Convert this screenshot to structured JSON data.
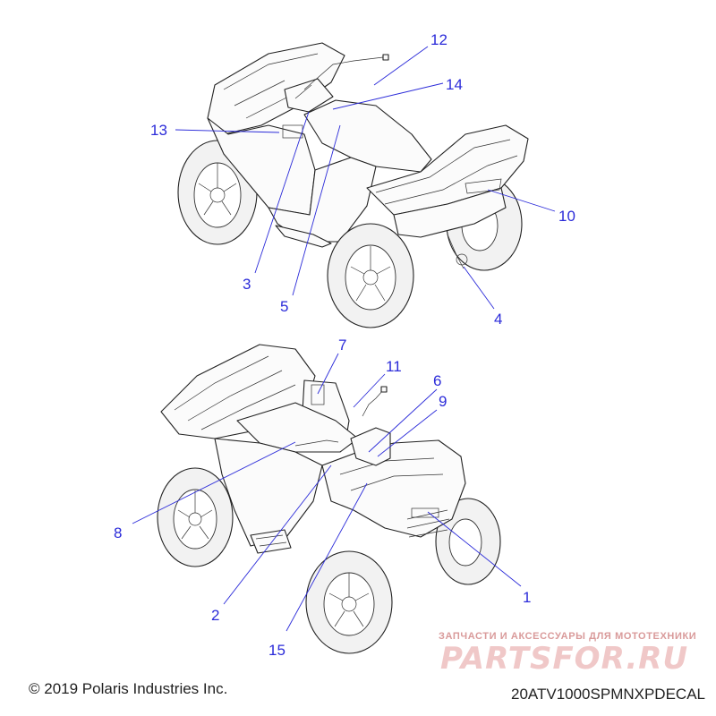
{
  "diagram": {
    "callouts": [
      {
        "id": "12",
        "label": "12"
      },
      {
        "id": "14",
        "label": "14"
      },
      {
        "id": "13",
        "label": "13"
      },
      {
        "id": "10",
        "label": "10"
      },
      {
        "id": "3",
        "label": "3"
      },
      {
        "id": "5",
        "label": "5"
      },
      {
        "id": "4",
        "label": "4"
      },
      {
        "id": "7",
        "label": "7"
      },
      {
        "id": "11",
        "label": "11"
      },
      {
        "id": "6",
        "label": "6"
      },
      {
        "id": "9",
        "label": "9"
      },
      {
        "id": "8",
        "label": "8"
      },
      {
        "id": "1",
        "label": "1"
      },
      {
        "id": "2",
        "label": "2"
      },
      {
        "id": "15",
        "label": "15"
      }
    ],
    "callout_color": "#2b2bd9",
    "line_color": "#222222"
  },
  "footer": {
    "copyright": "© 2019 Polaris Industries Inc.",
    "diagram_code": "20ATV1000SPMNXPDECAL"
  },
  "watermark": {
    "tagline": "ЗАПЧАСТИ И АКСЕССУАРЫ ДЛЯ МОТОТЕХНИКИ",
    "brand": "PARTSFOR.RU",
    "color": "#e8a8a8"
  }
}
